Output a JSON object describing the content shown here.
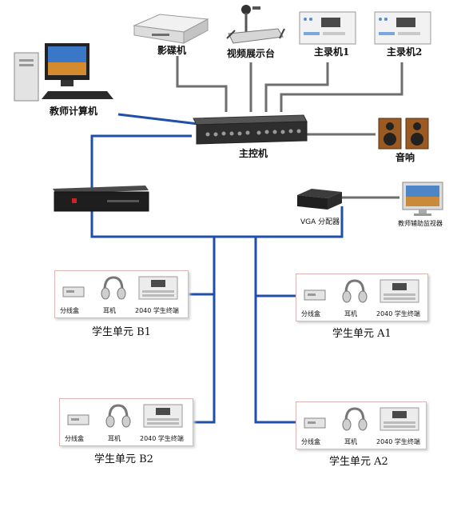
{
  "devices": {
    "dvd_player": "影碟机",
    "video_presenter": "视频展示台",
    "main_recorder_1": "主录机1",
    "main_recorder_2": "主录机2",
    "teacher_computer": "教师计算机",
    "main_controller": "主控机",
    "speaker": "音响",
    "vga_splitter": "VGA 分配器",
    "teacher_monitor": "教师辅助监视器"
  },
  "unit_items": {
    "junction_box": "分线盒",
    "headphone": "耳机",
    "terminal": "2040 学生终端"
  },
  "units": {
    "b1": "学生单元 B1",
    "a1": "学生单元 A1",
    "b2": "学生单元 B2",
    "a2": "学生单元 A2"
  },
  "colors": {
    "blue_cable": "#1f4fa8",
    "gray_cable": "#6e6e6e"
  }
}
